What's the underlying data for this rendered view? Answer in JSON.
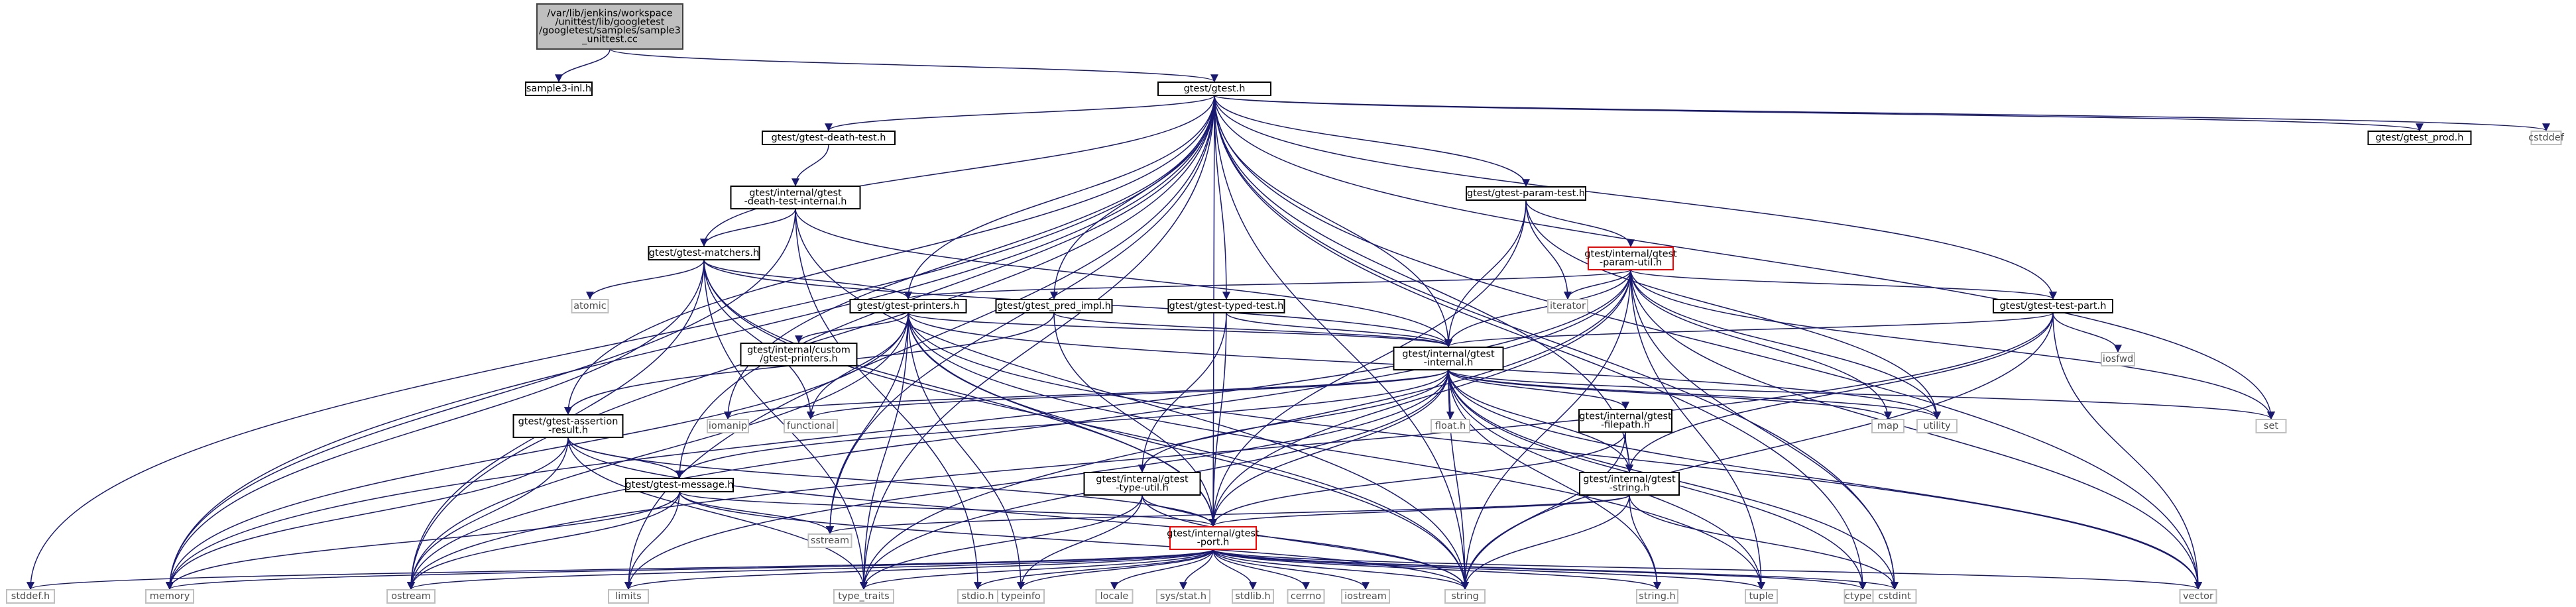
{
  "graph": {
    "title": "",
    "colors": {
      "edge": "#191970",
      "root_fill": "#bfbfbf",
      "highlight_border": "#ff0000",
      "system_border": "#bfbfbf"
    },
    "nodes": [
      {
        "id": "root",
        "kind": "root",
        "lines": [
          "/var/lib/jenkins/workspace",
          "/unittest/lib/googletest",
          "/googletest/samples/sample3",
          "_unittest.cc"
        ]
      },
      {
        "id": "s3inl",
        "kind": "header",
        "lines": [
          "sample3-inl.h"
        ]
      },
      {
        "id": "gtest",
        "kind": "header",
        "lines": [
          "gtest/gtest.h"
        ]
      },
      {
        "id": "prod",
        "kind": "header",
        "lines": [
          "gtest/gtest_prod.h"
        ]
      },
      {
        "id": "cstddef",
        "kind": "system",
        "lines": [
          "cstddef"
        ]
      },
      {
        "id": "death",
        "kind": "header",
        "lines": [
          "gtest/gtest-death-test.h"
        ]
      },
      {
        "id": "dti",
        "kind": "header",
        "lines": [
          "gtest/internal/gtest",
          "-death-test-internal.h"
        ]
      },
      {
        "id": "matchers",
        "kind": "header",
        "lines": [
          "gtest/gtest-matchers.h"
        ]
      },
      {
        "id": "param",
        "kind": "header",
        "lines": [
          "gtest/gtest-param-test.h"
        ]
      },
      {
        "id": "putil",
        "kind": "highlight",
        "lines": [
          "gtest/internal/gtest",
          "-param-util.h"
        ]
      },
      {
        "id": "iterator",
        "kind": "system",
        "lines": [
          "iterator"
        ]
      },
      {
        "id": "atomic",
        "kind": "system",
        "lines": [
          "atomic"
        ]
      },
      {
        "id": "printers",
        "kind": "header",
        "lines": [
          "gtest/gtest-printers.h"
        ]
      },
      {
        "id": "predimpl",
        "kind": "header",
        "lines": [
          "gtest/gtest_pred_impl.h"
        ]
      },
      {
        "id": "typed",
        "kind": "header",
        "lines": [
          "gtest/gtest-typed-test.h"
        ]
      },
      {
        "id": "testpart",
        "kind": "header",
        "lines": [
          "gtest/gtest-test-part.h"
        ]
      },
      {
        "id": "iosfwd",
        "kind": "system",
        "lines": [
          "iosfwd"
        ]
      },
      {
        "id": "custom",
        "kind": "header",
        "lines": [
          "gtest/internal/custom",
          "/gtest-printers.h"
        ]
      },
      {
        "id": "internal",
        "kind": "header",
        "lines": [
          "gtest/internal/gtest",
          "-internal.h"
        ]
      },
      {
        "id": "assertion",
        "kind": "header",
        "lines": [
          "gtest/gtest-assertion",
          "-result.h"
        ]
      },
      {
        "id": "iomanip",
        "kind": "system",
        "lines": [
          "iomanip"
        ]
      },
      {
        "id": "functional",
        "kind": "system",
        "lines": [
          "functional"
        ]
      },
      {
        "id": "float",
        "kind": "system",
        "lines": [
          "float.h"
        ]
      },
      {
        "id": "filepath",
        "kind": "header",
        "lines": [
          "gtest/internal/gtest",
          "-filepath.h"
        ]
      },
      {
        "id": "map",
        "kind": "system",
        "lines": [
          "map"
        ]
      },
      {
        "id": "utility",
        "kind": "system",
        "lines": [
          "utility"
        ]
      },
      {
        "id": "set",
        "kind": "system",
        "lines": [
          "set"
        ]
      },
      {
        "id": "message",
        "kind": "header",
        "lines": [
          "gtest/gtest-message.h"
        ]
      },
      {
        "id": "typeutil",
        "kind": "header",
        "lines": [
          "gtest/internal/gtest",
          "-type-util.h"
        ]
      },
      {
        "id": "gstring",
        "kind": "header",
        "lines": [
          "gtest/internal/gtest",
          "-string.h"
        ]
      },
      {
        "id": "sstream",
        "kind": "system",
        "lines": [
          "sstream"
        ]
      },
      {
        "id": "port",
        "kind": "highlight",
        "lines": [
          "gtest/internal/gtest",
          "-port.h"
        ]
      },
      {
        "id": "stddef",
        "kind": "system",
        "lines": [
          "stddef.h"
        ]
      },
      {
        "id": "memory",
        "kind": "system",
        "lines": [
          "memory"
        ]
      },
      {
        "id": "ostream",
        "kind": "system",
        "lines": [
          "ostream"
        ]
      },
      {
        "id": "limits",
        "kind": "system",
        "lines": [
          "limits"
        ]
      },
      {
        "id": "type_traits",
        "kind": "system",
        "lines": [
          "type_traits"
        ]
      },
      {
        "id": "stdio",
        "kind": "system",
        "lines": [
          "stdio.h"
        ]
      },
      {
        "id": "typeinfo",
        "kind": "system",
        "lines": [
          "typeinfo"
        ]
      },
      {
        "id": "locale",
        "kind": "system",
        "lines": [
          "locale"
        ]
      },
      {
        "id": "sysstat",
        "kind": "system",
        "lines": [
          "sys/stat.h"
        ]
      },
      {
        "id": "stdlib",
        "kind": "system",
        "lines": [
          "stdlib.h"
        ]
      },
      {
        "id": "cerrno",
        "kind": "system",
        "lines": [
          "cerrno"
        ]
      },
      {
        "id": "iostream",
        "kind": "system",
        "lines": [
          "iostream"
        ]
      },
      {
        "id": "string",
        "kind": "system",
        "lines": [
          "string"
        ]
      },
      {
        "id": "stringh",
        "kind": "system",
        "lines": [
          "string.h"
        ]
      },
      {
        "id": "tuple",
        "kind": "system",
        "lines": [
          "tuple"
        ]
      },
      {
        "id": "ctype",
        "kind": "system",
        "lines": [
          "ctype.h"
        ]
      },
      {
        "id": "cstdint",
        "kind": "system",
        "lines": [
          "cstdint"
        ]
      },
      {
        "id": "vector",
        "kind": "system",
        "lines": [
          "vector"
        ]
      }
    ],
    "edges": [
      [
        "root",
        "s3inl"
      ],
      [
        "root",
        "gtest"
      ],
      [
        "gtest",
        "prod"
      ],
      [
        "gtest",
        "cstddef"
      ],
      [
        "gtest",
        "death"
      ],
      [
        "gtest",
        "matchers"
      ],
      [
        "gtest",
        "param"
      ],
      [
        "gtest",
        "printers"
      ],
      [
        "gtest",
        "predimpl"
      ],
      [
        "gtest",
        "typed"
      ],
      [
        "gtest",
        "testpart"
      ],
      [
        "gtest",
        "internal"
      ],
      [
        "gtest",
        "assertion"
      ],
      [
        "gtest",
        "message"
      ],
      [
        "gtest",
        "gstring"
      ],
      [
        "gtest",
        "port"
      ],
      [
        "gtest",
        "iomanip"
      ],
      [
        "gtest",
        "stddef"
      ],
      [
        "gtest",
        "memory"
      ],
      [
        "gtest",
        "ostream"
      ],
      [
        "gtest",
        "limits"
      ],
      [
        "gtest",
        "type_traits"
      ],
      [
        "gtest",
        "sstream"
      ],
      [
        "gtest",
        "string"
      ],
      [
        "gtest",
        "vector"
      ],
      [
        "gtest",
        "cstdint"
      ],
      [
        "gtest",
        "set"
      ],
      [
        "gtest",
        "ctype"
      ],
      [
        "death",
        "dti"
      ],
      [
        "dti",
        "matchers"
      ],
      [
        "dti",
        "internal"
      ],
      [
        "dti",
        "memory"
      ],
      [
        "dti",
        "string"
      ],
      [
        "dti",
        "stdio"
      ],
      [
        "matchers",
        "printers"
      ],
      [
        "matchers",
        "internal"
      ],
      [
        "matchers",
        "port"
      ],
      [
        "matchers",
        "atomic"
      ],
      [
        "matchers",
        "functional"
      ],
      [
        "matchers",
        "memory"
      ],
      [
        "matchers",
        "ostream"
      ],
      [
        "matchers",
        "string"
      ],
      [
        "matchers",
        "type_traits"
      ],
      [
        "param",
        "putil"
      ],
      [
        "param",
        "internal"
      ],
      [
        "param",
        "port"
      ],
      [
        "param",
        "iterator"
      ],
      [
        "param",
        "utility"
      ],
      [
        "putil",
        "printers"
      ],
      [
        "putil",
        "testpart"
      ],
      [
        "putil",
        "internal"
      ],
      [
        "putil",
        "port"
      ],
      [
        "putil",
        "iterator"
      ],
      [
        "putil",
        "map"
      ],
      [
        "putil",
        "memory"
      ],
      [
        "putil",
        "ostream"
      ],
      [
        "putil",
        "set"
      ],
      [
        "putil",
        "string"
      ],
      [
        "putil",
        "tuple"
      ],
      [
        "putil",
        "type_traits"
      ],
      [
        "putil",
        "utility"
      ],
      [
        "putil",
        "vector"
      ],
      [
        "putil",
        "cstdint"
      ],
      [
        "printers",
        "custom"
      ],
      [
        "printers",
        "internal"
      ],
      [
        "printers",
        "port"
      ],
      [
        "printers",
        "functional"
      ],
      [
        "printers",
        "memory"
      ],
      [
        "printers",
        "ostream"
      ],
      [
        "printers",
        "sstream"
      ],
      [
        "printers",
        "string"
      ],
      [
        "printers",
        "tuple"
      ],
      [
        "printers",
        "type_traits"
      ],
      [
        "printers",
        "typeinfo"
      ],
      [
        "printers",
        "utility"
      ],
      [
        "printers",
        "vector"
      ],
      [
        "predimpl",
        "assertion"
      ],
      [
        "predimpl",
        "internal"
      ],
      [
        "predimpl",
        "port"
      ],
      [
        "typed",
        "internal"
      ],
      [
        "typed",
        "port"
      ],
      [
        "typed",
        "typeutil"
      ],
      [
        "testpart",
        "internal"
      ],
      [
        "testpart",
        "gstring"
      ],
      [
        "testpart",
        "iosfwd"
      ],
      [
        "testpart",
        "ostream"
      ],
      [
        "testpart",
        "string"
      ],
      [
        "testpart",
        "vector"
      ],
      [
        "internal",
        "port"
      ],
      [
        "internal",
        "message"
      ],
      [
        "internal",
        "filepath"
      ],
      [
        "internal",
        "gstring"
      ],
      [
        "internal",
        "typeutil"
      ],
      [
        "internal",
        "float"
      ],
      [
        "internal",
        "ctype"
      ],
      [
        "internal",
        "limits"
      ],
      [
        "internal",
        "string"
      ],
      [
        "internal",
        "stringh"
      ],
      [
        "internal",
        "cstdint"
      ],
      [
        "internal",
        "functional"
      ],
      [
        "internal",
        "iomanip"
      ],
      [
        "internal",
        "map"
      ],
      [
        "internal",
        "set"
      ],
      [
        "internal",
        "type_traits"
      ],
      [
        "internal",
        "utility"
      ],
      [
        "internal",
        "vector"
      ],
      [
        "internal",
        "tuple"
      ],
      [
        "assertion",
        "message"
      ],
      [
        "assertion",
        "port"
      ],
      [
        "assertion",
        "memory"
      ],
      [
        "assertion",
        "ostream"
      ],
      [
        "assertion",
        "string"
      ],
      [
        "assertion",
        "type_traits"
      ],
      [
        "filepath",
        "port"
      ],
      [
        "filepath",
        "gstring"
      ],
      [
        "filepath",
        "string"
      ],
      [
        "message",
        "port"
      ],
      [
        "message",
        "limits"
      ],
      [
        "message",
        "memory"
      ],
      [
        "message",
        "ostream"
      ],
      [
        "message",
        "sstream"
      ],
      [
        "message",
        "string"
      ],
      [
        "typeutil",
        "port"
      ],
      [
        "typeutil",
        "string"
      ],
      [
        "typeutil",
        "type_traits"
      ],
      [
        "typeutil",
        "typeinfo"
      ],
      [
        "gstring",
        "port"
      ],
      [
        "gstring",
        "sstream"
      ],
      [
        "gstring",
        "string"
      ],
      [
        "gstring",
        "stringh"
      ],
      [
        "gstring",
        "cstdint"
      ],
      [
        "port",
        "stddef"
      ],
      [
        "port",
        "memory"
      ],
      [
        "port",
        "ostream"
      ],
      [
        "port",
        "limits"
      ],
      [
        "port",
        "type_traits"
      ],
      [
        "port",
        "stdio"
      ],
      [
        "port",
        "typeinfo"
      ],
      [
        "port",
        "locale"
      ],
      [
        "port",
        "sysstat"
      ],
      [
        "port",
        "stdlib"
      ],
      [
        "port",
        "cerrno"
      ],
      [
        "port",
        "iostream"
      ],
      [
        "port",
        "string"
      ],
      [
        "port",
        "stringh"
      ],
      [
        "port",
        "tuple"
      ],
      [
        "port",
        "ctype"
      ],
      [
        "port",
        "cstdint"
      ],
      [
        "port",
        "vector"
      ]
    ]
  }
}
